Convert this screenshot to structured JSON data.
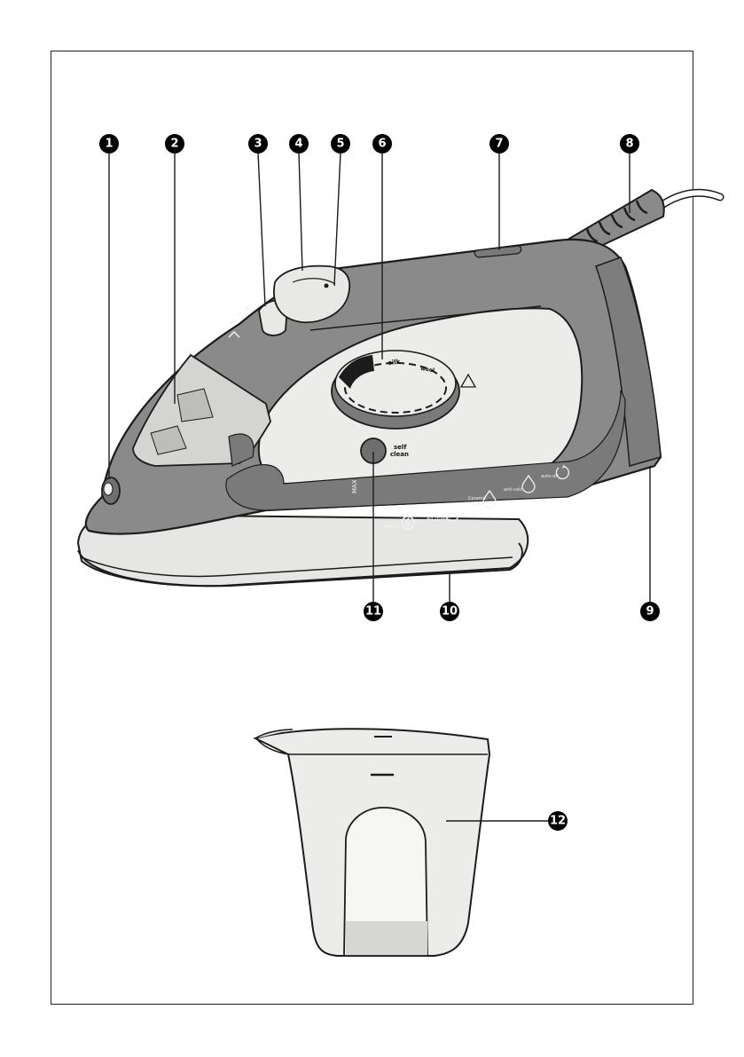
{
  "colors": {
    "body": "#8a8a8a",
    "body_dark": "#6f6f6f",
    "outline": "#1c1c1c",
    "light": "#ececea",
    "soleplate": "#dcdcda",
    "badge": "#000000"
  },
  "callouts": [
    {
      "number": "1",
      "part": "spray-nozzle"
    },
    {
      "number": "2",
      "part": "water-tank"
    },
    {
      "number": "3",
      "part": "steam-control"
    },
    {
      "number": "4",
      "part": "spray-button"
    },
    {
      "number": "5",
      "part": "shot-of-steam-button"
    },
    {
      "number": "6",
      "part": "temperature-dial"
    },
    {
      "number": "7",
      "part": "indicator-light"
    },
    {
      "number": "8",
      "part": "power-cord"
    },
    {
      "number": "9",
      "part": "heel-rest"
    },
    {
      "number": "10",
      "part": "soleplate"
    },
    {
      "number": "11",
      "part": "self-clean-button"
    },
    {
      "number": "12",
      "part": "water-cup"
    }
  ],
  "labels": {
    "self_clean_line1": "self",
    "self_clean_line2": "clean",
    "max_mark": "MAX",
    "dial_silk": "silk",
    "dial_wool": "wool",
    "feature_boost": "boost",
    "feature_all_green": "All green",
    "feature_ceramic_line1": "Ceramic",
    "feature_ceramic_line2": "coated",
    "feature_anticalc": "anti-calc",
    "feature_auto_off": "auto-off"
  }
}
